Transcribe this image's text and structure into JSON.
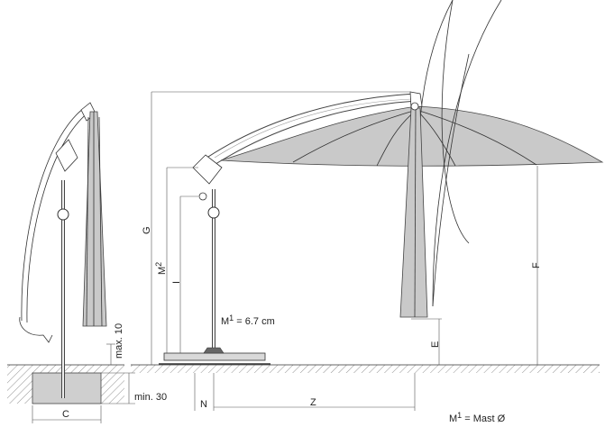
{
  "labels": {
    "G": "G",
    "M2": "M",
    "M2_sup": "2",
    "I": "I",
    "F": "F",
    "E": "E",
    "N": "N",
    "Z": "Z",
    "C": "C",
    "max10": "max. 10",
    "min30": "min. 30",
    "mast_dia": "M",
    "mast_dia_sup": "1",
    "mast_dia_value": " = 6.7 cm",
    "legend": "M",
    "legend_sup": "1",
    "legend_text": " = Mast Ø"
  },
  "colors": {
    "canopy": "#c9c9c9",
    "stroke": "#333333",
    "ground": "#888888"
  }
}
